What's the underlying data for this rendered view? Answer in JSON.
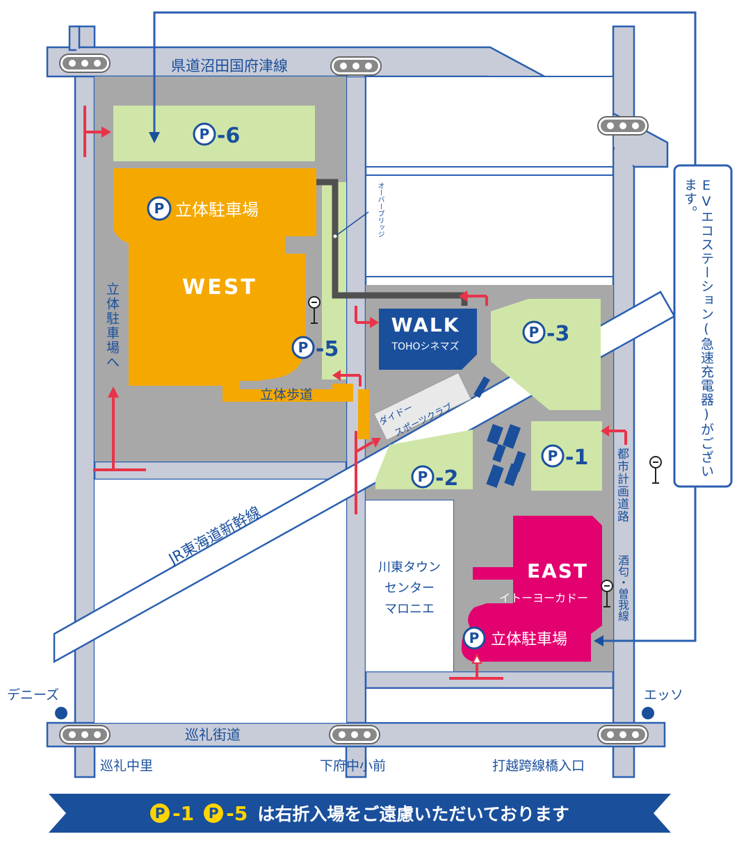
{
  "roads": {
    "north": "県道沼田国府津線",
    "south": "巡礼街道",
    "east_city_road": "都市計画道路",
    "east_line": "酒匂・曽我線",
    "railway": "JR東海道新幹線"
  },
  "buildings": {
    "west": {
      "name": "WEST",
      "parking": "立体駐車場"
    },
    "walk": {
      "name": "WALK",
      "sub": "TOHOシネマズ"
    },
    "east": {
      "name": "EAST",
      "sub": "イトーヨーカドー",
      "parking": "立体駐車場"
    },
    "daido": "ダイドー\nスポーツクラブ",
    "kawahigashi": [
      "川東タウン",
      "センター",
      "マロニエ"
    ]
  },
  "parking_lots": {
    "p6": "-6",
    "p5": "-5",
    "p3": "-3",
    "p2": "-2",
    "p1": "-1",
    "p_symbol": "P"
  },
  "labels": {
    "overbridge": "オーバーブリッジ",
    "walkway": "立体歩道",
    "west_parking_arrow": "立体駐車場へ",
    "ev_station": "EVエコステーション(急速充電器)がございます。"
  },
  "landmarks": {
    "dennys": "デニーズ",
    "esso": "エッソ"
  },
  "intersections": {
    "junrei_nakazato": "巡礼中里",
    "shimofu_shomae": "下府中小前",
    "uchikoshi": "打越跨線橋入口"
  },
  "banner": {
    "p1": "-1",
    "p5": "-5",
    "text": "は右折入場をご遠慮いただいております"
  },
  "colors": {
    "road": "#c8ccd8",
    "road_edge": "#2a5fb0",
    "lot_gray": "#a8a8a8",
    "green": "#cfe6a8",
    "west_orange": "#f5a800",
    "walk_blue": "#1a4f9c",
    "east_pink": "#e3006f",
    "arrow_red": "#e8334a",
    "text_blue": "#1a4f9c"
  }
}
